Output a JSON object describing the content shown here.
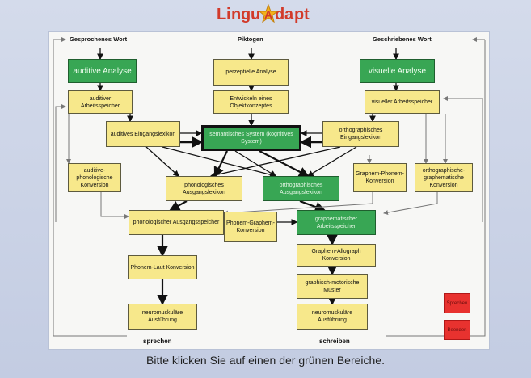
{
  "app": {
    "logo_text": "Lingu Adapt",
    "logo_letters": [
      "L",
      "i",
      "n",
      "g",
      "u"
    ],
    "logo_letters2": [
      "d",
      "a",
      "p",
      "t"
    ]
  },
  "headers": {
    "left": "Gesprochenes Wort",
    "center": "Piktogen",
    "right": "Geschriebenes Wort"
  },
  "footers": {
    "left": "sprechen",
    "right": "schreiben"
  },
  "boxes": {
    "auditive_analyse": "auditive Analyse",
    "perzeptuelle_analyse": "perzeptielle Analyse",
    "visuelle_analyse": "visuelle Analyse",
    "auditiver_arbeitsspeicher": "auditiver Arbeitsspeicher",
    "objektkonzept": "Entwickeln eines Objektkonzeptes",
    "visueller_arbeitsspeicher": "visueller Arbeitsspeicher",
    "auditives_eingangslexikon": "auditives Eingangslexikon",
    "semantisches_system": "semantisches System (kognitives System)",
    "orthographisches_eingangslexikon": "orthographisches Eingangslexikon",
    "auditiv_phonologische_konversion": "auditive-phonologische Konversion",
    "phonologisches_ausgangslexikon": "phonologisches Ausgangslexikon",
    "orthographisches_ausgangslexikon": "orthographisches Ausgangslexikon",
    "graphem_phonem_konversion": "Graphem-Phonem-Konversion",
    "orthographisch_graphematische_konversion": "orthographische-graphematische Konversion",
    "phonologischer_ausgangsspeicher": "phonologischer Ausgangsspeicher",
    "phonem_graphem_konversion": "Phonem-Graphem-Konversion",
    "graphematischer_arbeitsspeicher": "graphematischer Arbeitsspeicher",
    "graphem_allograph_konversion": "Graphem-Allograph Konversion",
    "phonem_laut_konversion": "Phonem-Laut Konversion",
    "graphisch_motorische_muster": "graphisch-motorische Muster",
    "neuromuskulaere_ausfuehrung_left": "neuromuskuläre Ausführung",
    "neuromuskulaere_ausfuehrung_right": "neuromuskuläre Ausführung"
  },
  "buttons": {
    "top": "Sprechen",
    "bottom": "Beenden"
  },
  "instruction": "Bitte klicken Sie auf einen der grünen Bereiche.",
  "colors": {
    "yellow_box": "#f7e88b",
    "green_box": "#38a654",
    "red_button": "#e8322f",
    "logo": "#d23a2a",
    "logo_star": "#f2b21a"
  },
  "icons": [
    "logo-star-icon"
  ]
}
